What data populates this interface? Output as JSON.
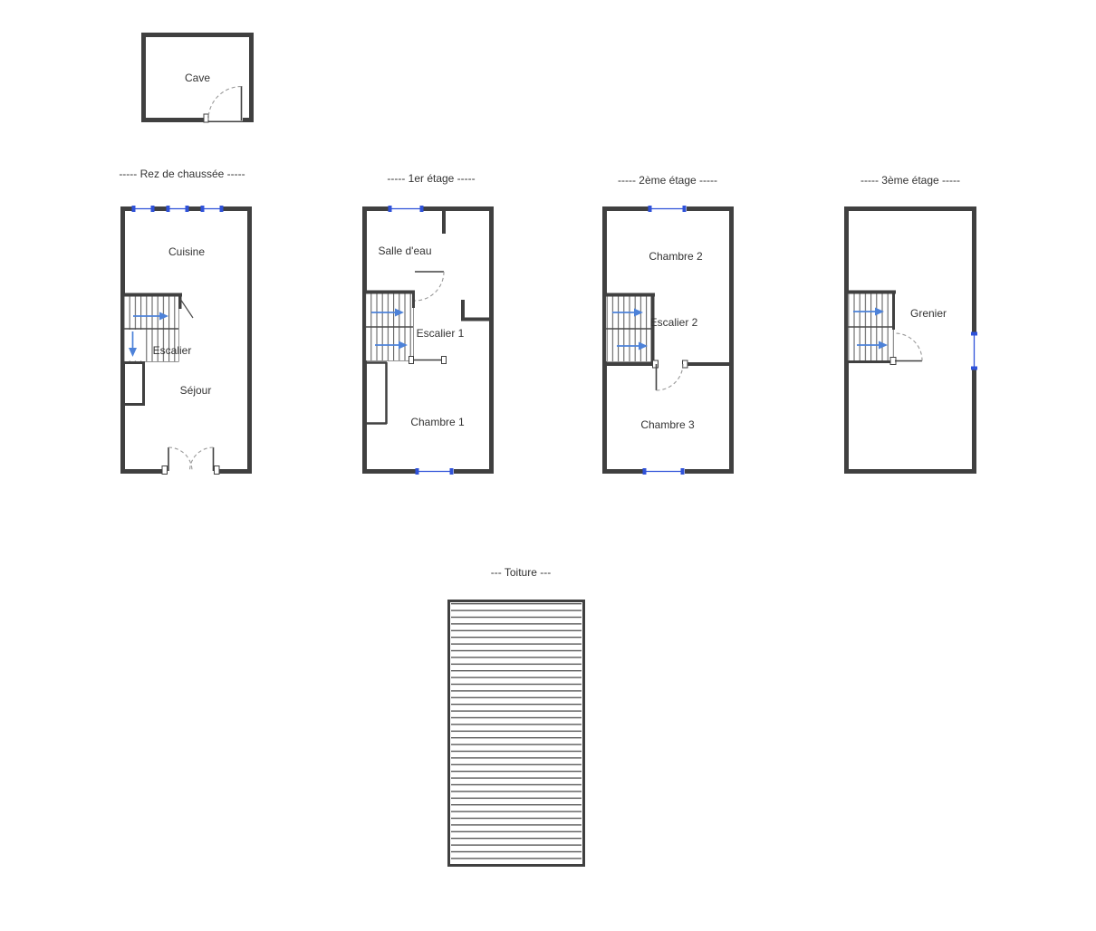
{
  "colors": {
    "background": "#ffffff",
    "wall": "#404040",
    "window_blue": "#2f52d9",
    "arrow_blue": "#4d82d9",
    "door_arc_gray": "#999999",
    "text": "#333333"
  },
  "cave": {
    "label": "Cave"
  },
  "floors": {
    "rdc": {
      "title": "----- Rez de chaussée -----",
      "room_cuisine": "Cuisine",
      "room_escalier": "Escalier",
      "room_sejour": "Séjour"
    },
    "etage1": {
      "title": "----- 1er étage -----",
      "room_salle_eau": "Salle d'eau",
      "room_escalier": "Escalier 1",
      "room_chambre": "Chambre 1"
    },
    "etage2": {
      "title": "----- 2ème étage -----",
      "room_chambre2": "Chambre 2",
      "room_escalier": "Escalier 2",
      "room_chambre3": "Chambre 3"
    },
    "etage3": {
      "title": "----- 3ème étage -----",
      "room_grenier": "Grenier"
    },
    "toiture": {
      "title": "--- Toiture ---"
    }
  }
}
